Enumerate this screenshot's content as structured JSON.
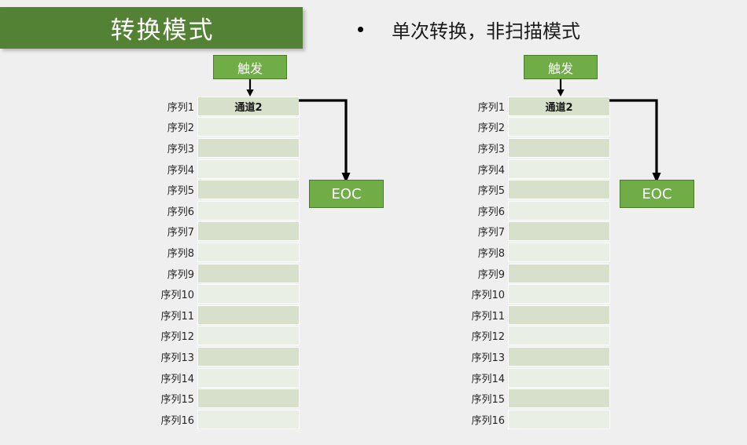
{
  "slide": {
    "background_color": "#efefef",
    "title": "转换模式",
    "title_bar_color": "#548235",
    "bullet": {
      "marker": "bullet-dot",
      "text": "单次转换，非扫描模式"
    }
  },
  "theme": {
    "banner_green": "#548235",
    "box_green": "#70ad47",
    "box_border_green": "#4b7a2c",
    "row_odd": "#d6e0ca",
    "row_even": "#eaefe6",
    "arrow_color": "#000000"
  },
  "diagrams": [
    {
      "id": "left",
      "trigger_label": "触发",
      "eoc_label": "EOC",
      "active_cell_label": "通道2",
      "rows": [
        {
          "label": "序列1",
          "value": "通道2",
          "shade": "odd"
        },
        {
          "label": "序列2",
          "value": "",
          "shade": "even"
        },
        {
          "label": "序列3",
          "value": "",
          "shade": "odd"
        },
        {
          "label": "序列4",
          "value": "",
          "shade": "even"
        },
        {
          "label": "序列5",
          "value": "",
          "shade": "odd"
        },
        {
          "label": "序列6",
          "value": "",
          "shade": "even"
        },
        {
          "label": "序列7",
          "value": "",
          "shade": "odd"
        },
        {
          "label": "序列8",
          "value": "",
          "shade": "even"
        },
        {
          "label": "序列9",
          "value": "",
          "shade": "odd"
        },
        {
          "label": "序列10",
          "value": "",
          "shade": "even"
        },
        {
          "label": "序列11",
          "value": "",
          "shade": "odd"
        },
        {
          "label": "序列12",
          "value": "",
          "shade": "even"
        },
        {
          "label": "序列13",
          "value": "",
          "shade": "odd"
        },
        {
          "label": "序列14",
          "value": "",
          "shade": "even"
        },
        {
          "label": "序列15",
          "value": "",
          "shade": "odd"
        },
        {
          "label": "序列16",
          "value": "",
          "shade": "even"
        }
      ]
    },
    {
      "id": "right",
      "trigger_label": "触发",
      "eoc_label": "EOC",
      "active_cell_label": "通道2",
      "rows": [
        {
          "label": "序列1",
          "value": "通道2",
          "shade": "odd"
        },
        {
          "label": "序列2",
          "value": "",
          "shade": "even"
        },
        {
          "label": "序列3",
          "value": "",
          "shade": "odd"
        },
        {
          "label": "序列4",
          "value": "",
          "shade": "even"
        },
        {
          "label": "序列5",
          "value": "",
          "shade": "odd"
        },
        {
          "label": "序列6",
          "value": "",
          "shade": "even"
        },
        {
          "label": "序列7",
          "value": "",
          "shade": "odd"
        },
        {
          "label": "序列8",
          "value": "",
          "shade": "even"
        },
        {
          "label": "序列9",
          "value": "",
          "shade": "odd"
        },
        {
          "label": "序列10",
          "value": "",
          "shade": "even"
        },
        {
          "label": "序列11",
          "value": "",
          "shade": "odd"
        },
        {
          "label": "序列12",
          "value": "",
          "shade": "even"
        },
        {
          "label": "序列13",
          "value": "",
          "shade": "odd"
        },
        {
          "label": "序列14",
          "value": "",
          "shade": "even"
        },
        {
          "label": "序列15",
          "value": "",
          "shade": "odd"
        },
        {
          "label": "序列16",
          "value": "",
          "shade": "even"
        }
      ]
    }
  ]
}
